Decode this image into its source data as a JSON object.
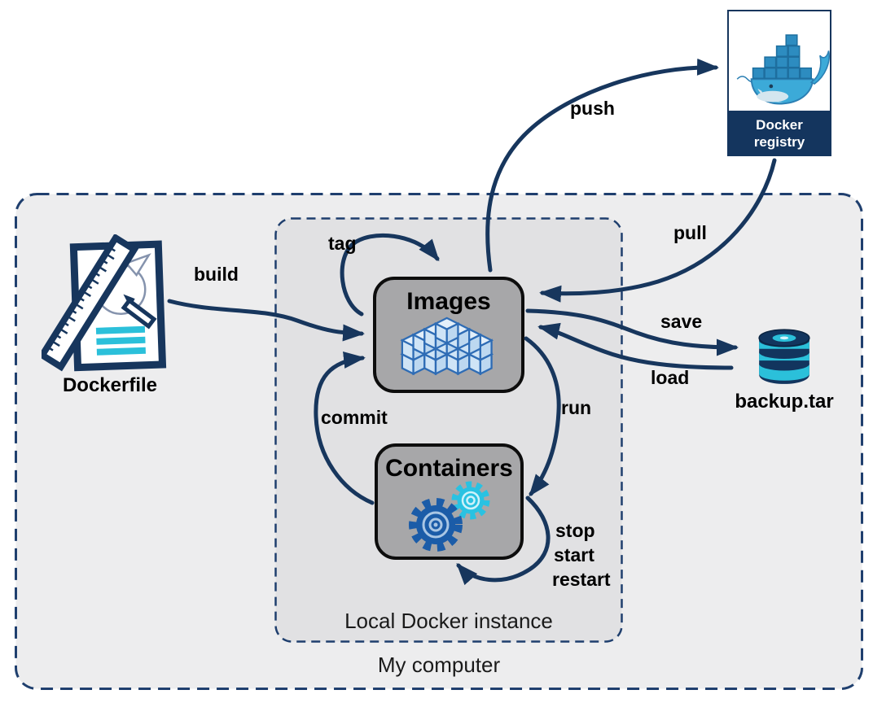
{
  "zones": {
    "outer": {
      "label": "My computer"
    },
    "inner": {
      "label": "Local Docker instance"
    }
  },
  "nodes": {
    "images": {
      "label": "Images",
      "icon": "stacked-cubes-icon"
    },
    "containers": {
      "label": "Containers",
      "icon": "gears-icon"
    },
    "dockerfile": {
      "label": "Dockerfile",
      "icon": "dockerfile-document-icon"
    },
    "registry": {
      "label": "Docker registry",
      "icon": "docker-whale-icon"
    },
    "backup": {
      "label": "backup.tar",
      "icon": "database-icon"
    }
  },
  "arrows": {
    "build": {
      "label": "build"
    },
    "tag": {
      "label": "tag"
    },
    "push": {
      "label": "push"
    },
    "pull": {
      "label": "pull"
    },
    "save": {
      "label": "save"
    },
    "load": {
      "label": "load"
    },
    "run": {
      "label": "run"
    },
    "commit": {
      "label": "commit"
    },
    "lifecycle": {
      "labels": [
        "stop",
        "start",
        "restart"
      ]
    }
  },
  "colors": {
    "arrow_navy": "#17365d",
    "dashed_border": "#1f3f6e",
    "outer_fill": "#ededee",
    "inner_fill": "#e1e1e3",
    "node_fill": "#a7a7a9",
    "node_border": "#0d0d0d",
    "registry_bar": "#14355e",
    "cyan_accent": "#2bc0da",
    "whale_blue": "#3caad8",
    "gear_dark_blue": "#1b5ca8",
    "gear_cyan": "#29c2e2",
    "cube_outline": "#2e6cb5",
    "cube_fill_light": "#e3effa"
  }
}
